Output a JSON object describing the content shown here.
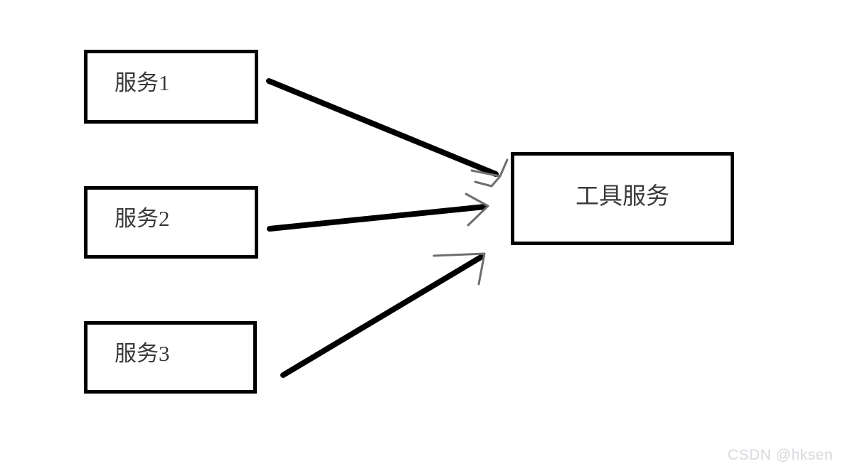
{
  "diagram": {
    "background_color": "#ffffff",
    "node_border_color": "#000000",
    "node_text_color": "#3a3a3a",
    "arrow_color": "#000000",
    "arrow_head_color": "#6e6e6e",
    "nodes": [
      {
        "id": "service-1",
        "label": "服务1"
      },
      {
        "id": "service-2",
        "label": "服务2"
      },
      {
        "id": "service-3",
        "label": "服务3"
      },
      {
        "id": "tool",
        "label": "工具服务"
      }
    ],
    "edges": [
      {
        "id": "edge-1",
        "from": "service-1",
        "to": "tool",
        "style": "hand-drawn-arrow"
      },
      {
        "id": "edge-2",
        "from": "service-2",
        "to": "tool",
        "style": "hand-drawn-arrow"
      },
      {
        "id": "edge-3",
        "from": "service-3",
        "to": "tool",
        "style": "hand-drawn-arrow"
      }
    ]
  },
  "watermark": {
    "text": "CSDN @hksen",
    "color": "#d6d9de"
  }
}
